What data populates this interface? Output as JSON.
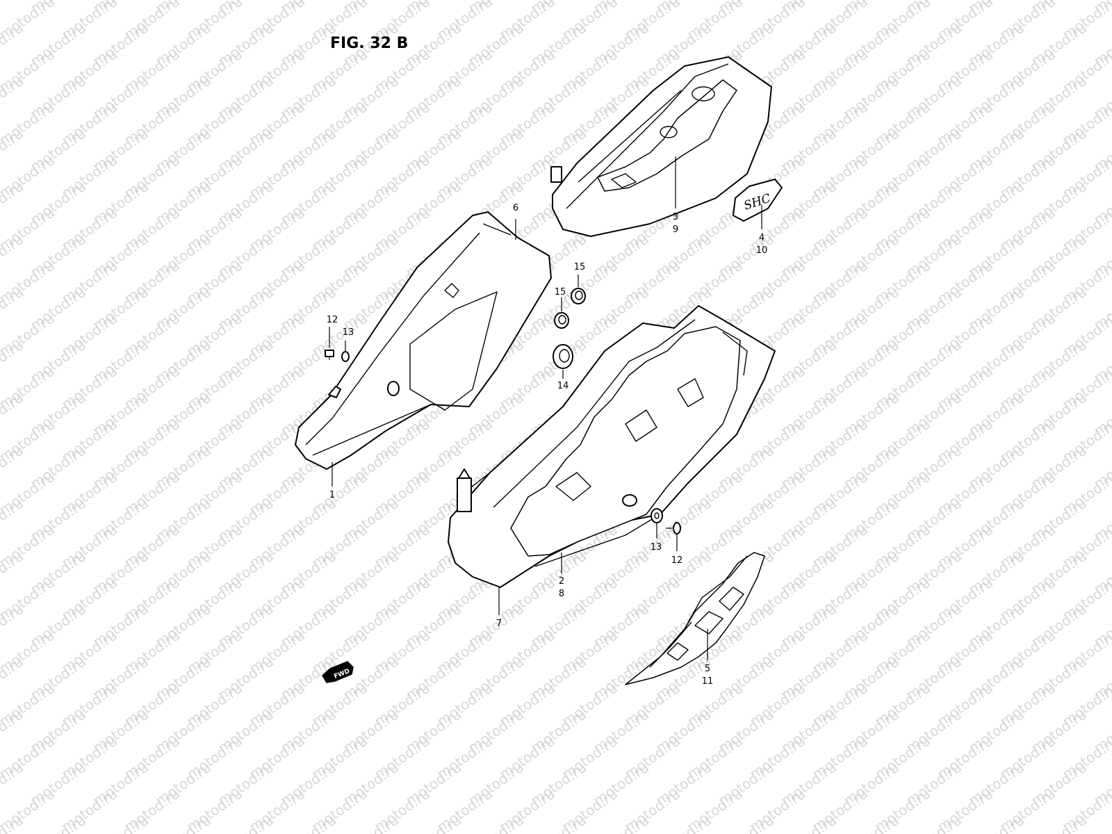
{
  "figure_title": "FIG. 32 B",
  "watermark_text": "motod.ru",
  "fwd_label": "FWD",
  "emblem_text": "SHC",
  "callouts": {
    "c1": "1",
    "c2_8": [
      "2",
      "8"
    ],
    "c3_9": [
      "3",
      "9"
    ],
    "c4_10": [
      "4",
      "10"
    ],
    "c5_11": [
      "5",
      "11"
    ],
    "c6": "6",
    "c7": "7",
    "c12_left": "12",
    "c13_left": "13",
    "c12_right": "12",
    "c13_right": "13",
    "c14": "14",
    "c15_a": "15",
    "c15_b": "15"
  },
  "colors": {
    "line": "#000000",
    "background": "#ffffff",
    "watermark": "#d6d6d6"
  }
}
